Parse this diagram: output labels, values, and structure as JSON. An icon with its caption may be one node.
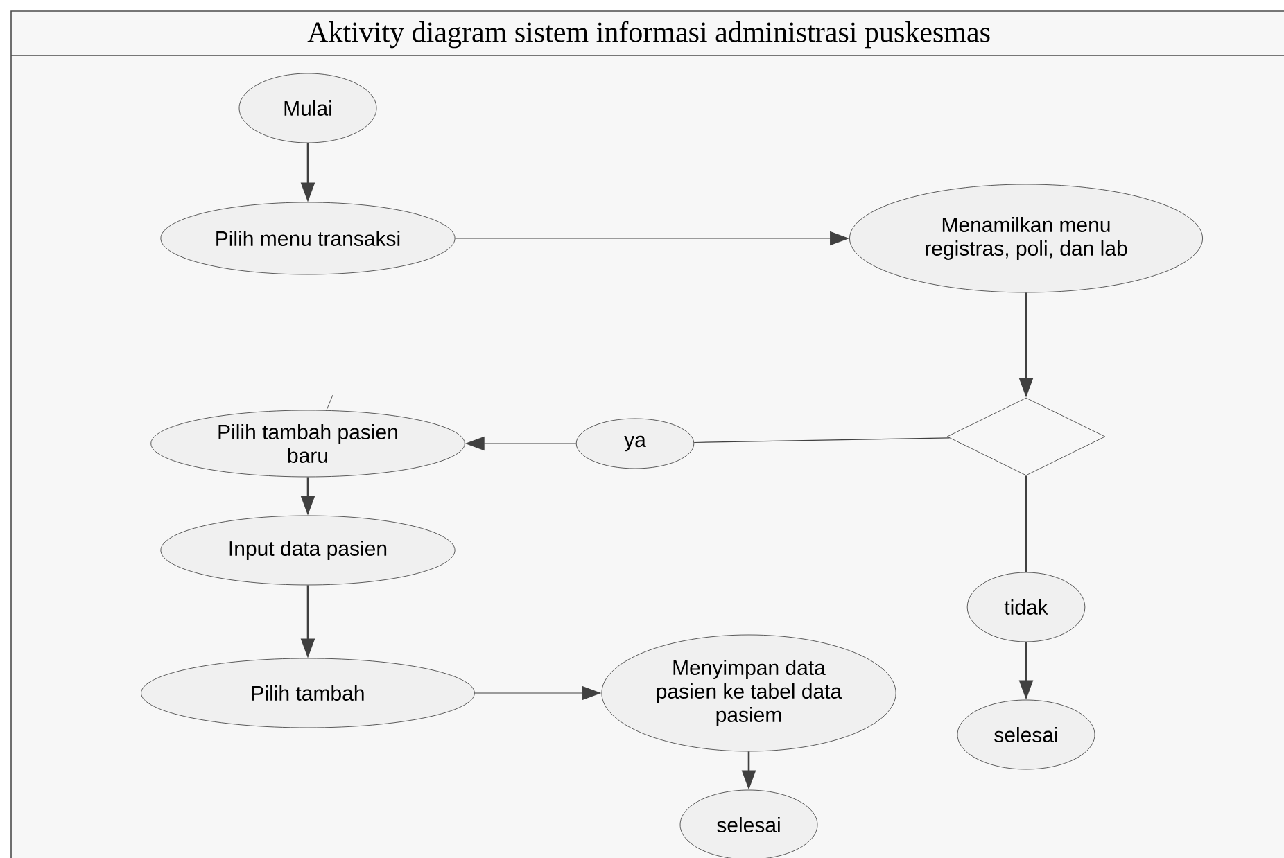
{
  "diagram": {
    "title": "Aktivity diagram sistem informasi administrasi puskesmas",
    "nodes": [
      {
        "text": [
          "Mulai"
        ]
      },
      {
        "text": [
          "Pilih menu transaksi"
        ]
      },
      {
        "text": [
          "Menamilkan menu registras, poli, dan lab"
        ]
      },
      {
        "text": [],
        "shape": "diamond"
      },
      {
        "text": [
          "Pilih tambah pasien baru"
        ]
      },
      {
        "text": [
          "ya"
        ]
      },
      {
        "text": [
          "Input data pasien"
        ]
      },
      {
        "text": [
          "tidak"
        ]
      },
      {
        "text": [
          "Pilih tambah"
        ]
      },
      {
        "text": [
          "Menyimpan data pasien ke tabel data pasiem"
        ]
      },
      {
        "text": [
          "selesai"
        ]
      },
      {
        "text": [
          "selesai"
        ]
      }
    ],
    "edges": [
      {
        "from": 0,
        "to": 1,
        "arrow": "to"
      },
      {
        "from": 1,
        "to": 2,
        "arrow": "to"
      },
      {
        "from": 2,
        "to": 3,
        "arrow": "to"
      },
      {
        "from": 3,
        "to": 5,
        "arrow": "none"
      },
      {
        "from": 5,
        "to": 4,
        "arrow": "to"
      },
      {
        "from": 4,
        "to": 6,
        "arrow": "to"
      },
      {
        "from": 6,
        "to": 8,
        "arrow": "to"
      },
      {
        "from": 8,
        "to": 9,
        "arrow": "to"
      },
      {
        "from": 9,
        "to": 11,
        "arrow": "to"
      },
      {
        "from": 3,
        "to": 7,
        "arrow": "none"
      },
      {
        "from": 7,
        "to": 10,
        "arrow": "to"
      }
    ]
  }
}
